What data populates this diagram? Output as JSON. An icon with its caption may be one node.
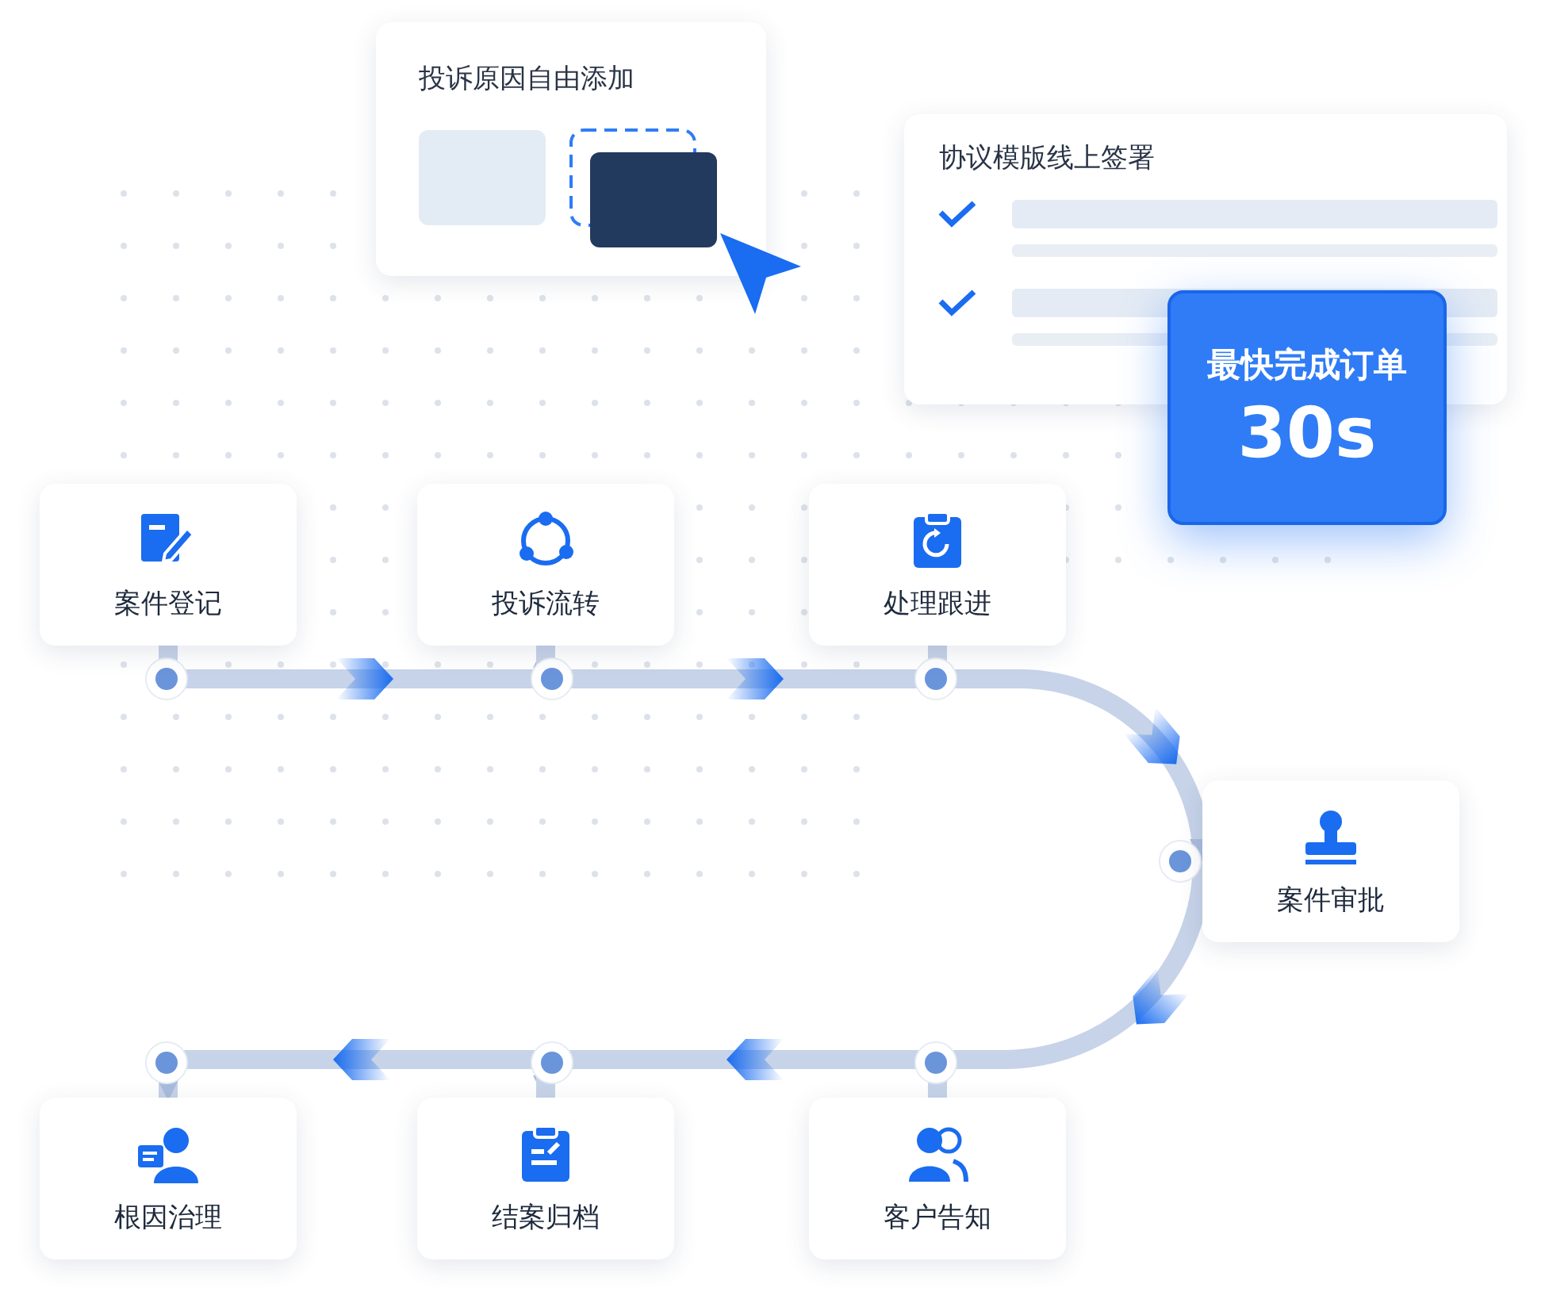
{
  "diagram": {
    "nodes": [
      {
        "text": [
          "投诉原因自由添加"
        ]
      },
      {
        "text": [
          "协议模版线上签署"
        ]
      },
      {
        "text": [
          "最快完成订单",
          "30s"
        ]
      },
      {
        "text": [
          "案件登记"
        ]
      },
      {
        "text": [
          "投诉流转"
        ]
      },
      {
        "text": [
          "处理跟进"
        ]
      },
      {
        "text": [
          "案件审批"
        ]
      },
      {
        "text": [
          "客户告知"
        ]
      },
      {
        "text": [
          "结案归档"
        ]
      },
      {
        "text": [
          "根因治理"
        ]
      }
    ],
    "edges": [
      {
        "from": 3,
        "to": 4,
        "arrow": "to"
      },
      {
        "from": 4,
        "to": 5,
        "arrow": "to"
      },
      {
        "from": 5,
        "to": 6,
        "arrow": "to"
      },
      {
        "from": 6,
        "to": 7,
        "arrow": "to"
      },
      {
        "from": 7,
        "to": 8,
        "arrow": "to"
      },
      {
        "from": 8,
        "to": 9,
        "arrow": "to"
      }
    ]
  }
}
